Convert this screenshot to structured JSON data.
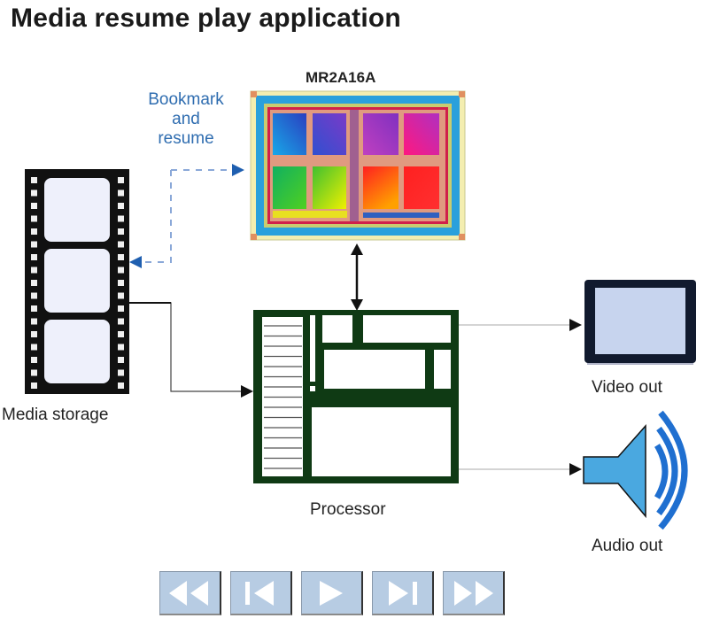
{
  "title": "Media resume play application",
  "chip": {
    "label": "MR2A16A"
  },
  "bookmark": {
    "lines": [
      "Bookmark",
      "and",
      "resume"
    ],
    "color": "#2f6db0"
  },
  "media_storage": {
    "label": "Media storage"
  },
  "processor": {
    "label": "Processor",
    "color": "#0f3a14"
  },
  "video_out": {
    "label": "Video out"
  },
  "audio_out": {
    "label": "Audio out",
    "speaker_color": "#4aa8e0",
    "wave_color": "#1f6fd0"
  },
  "controls": [
    {
      "name": "rewind",
      "icon": "rewind-icon"
    },
    {
      "name": "previous",
      "icon": "skip-back-icon"
    },
    {
      "name": "play",
      "icon": "play-icon"
    },
    {
      "name": "next",
      "icon": "skip-forward-icon"
    },
    {
      "name": "fast-forward",
      "icon": "fast-forward-icon"
    }
  ]
}
